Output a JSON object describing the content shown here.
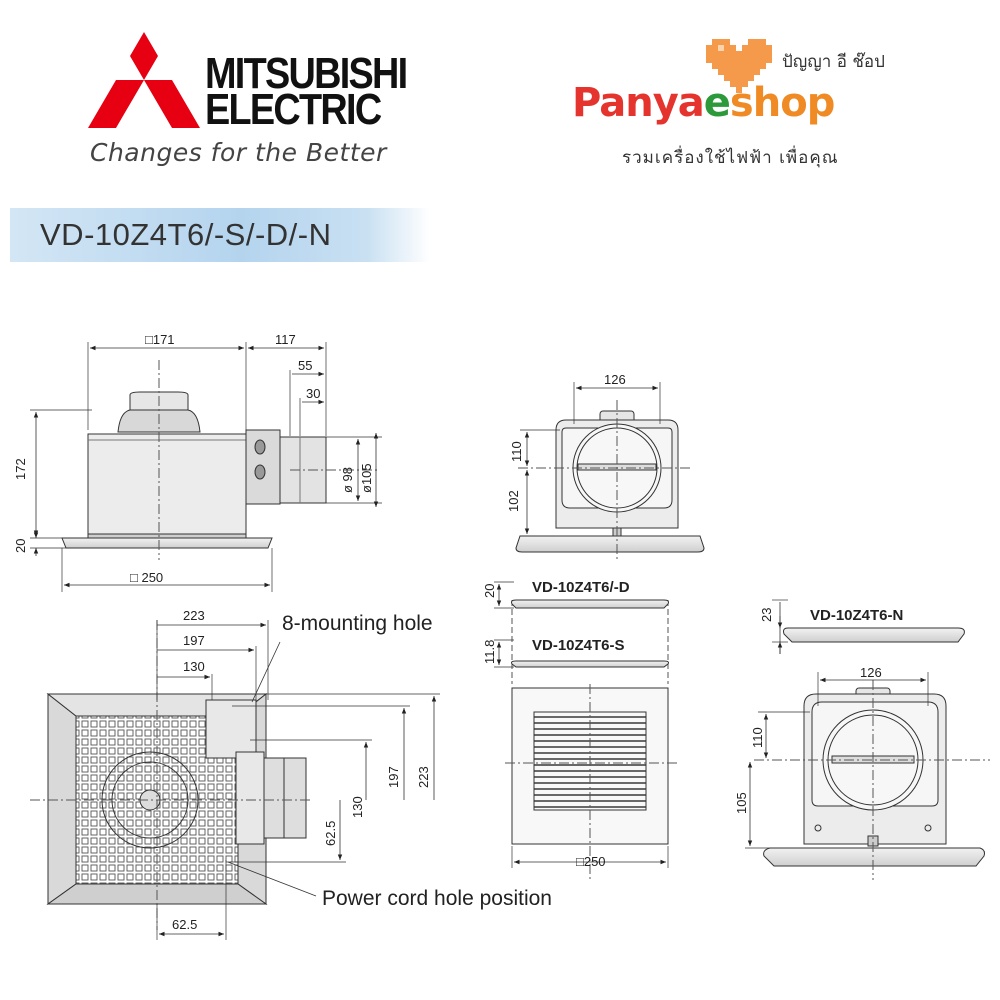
{
  "brand": {
    "line1": "MITSUBISHI",
    "line2": "ELECTRIC",
    "tagline": "Changes for the Better",
    "logo_color": "#e60012"
  },
  "model": {
    "banner": "VD-10Z4T6/-S/-D/-N",
    "banner_color": "#b4d4ee"
  },
  "shop": {
    "thai_top": "ปัญญา อี ช๊อป",
    "name_part1": "Panya",
    "name_part2": "e",
    "name_part3": "shop",
    "thai_bottom": "รวมเครื่องใช้ไฟฟ้า เพื่อคุณ",
    "heart_icon": "pixel-heart-icon",
    "colors": {
      "panya": "#e4342d",
      "e": "#2c9a3b",
      "shop": "#f08a24",
      "heart": "#f49a4a"
    }
  },
  "side_view": {
    "width": "□171",
    "depth": "117",
    "duct_length": "55",
    "duct_collar": "30",
    "height": "172",
    "grille_height": "20",
    "duct_inner": "ø 98",
    "duct_outer": "ø105",
    "grille_width": "□ 250"
  },
  "front_view": {
    "width": "126",
    "upper": "110",
    "lower": "102"
  },
  "grille_variants": {
    "d_label": "VD-10Z4T6/-D",
    "d_height": "20",
    "s_label": "VD-10Z4T6-S",
    "s_height": "11.8",
    "s_width": "□250"
  },
  "n_view": {
    "label": "VD-10Z4T6-N",
    "height": "23",
    "width": "126",
    "upper": "110",
    "lower": "105"
  },
  "bottom_view": {
    "d223": "223",
    "d197": "197",
    "d130": "130",
    "v130": "130",
    "v197": "197",
    "v223": "223",
    "v625": "62.5",
    "h625": "62.5",
    "mounting_hole": "8-mounting hole",
    "power_cord": "Power cord  hole position"
  }
}
